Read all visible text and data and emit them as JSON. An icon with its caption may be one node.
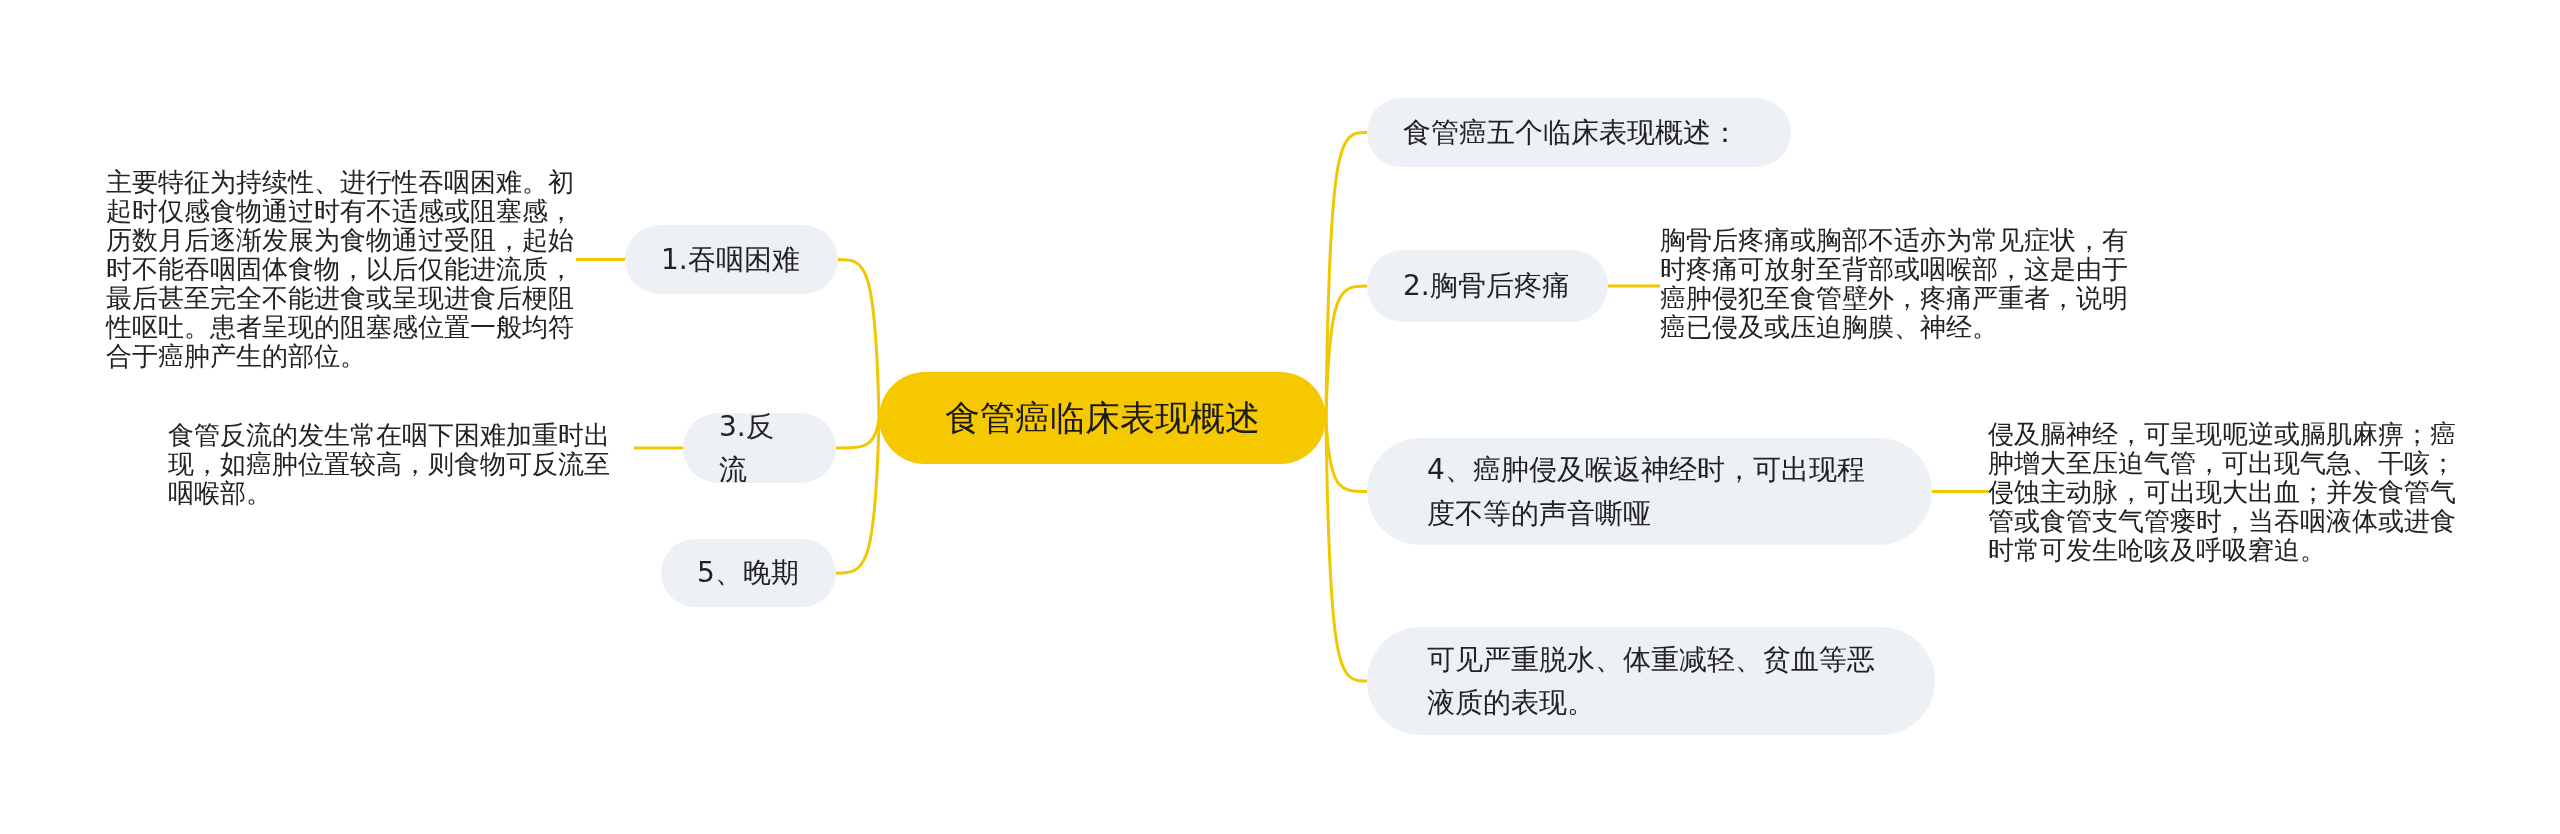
{
  "diagram": {
    "nodes": [
      {
        "text": [
          "食管癌临床表现概述"
        ]
      },
      {
        "text": [
          "1.吞咽困难"
        ]
      },
      {
        "text": [
          "主要特征为持续性、进行性吞咽困难。初起时仅感食物通过时有不适感或阻塞感，历数月后逐渐发展为食物通过受阻，起始时不能吞咽固体食物，以后仅能进流质，最后甚至完全不能进食或呈现进食后梗阻性呕吐。患者呈现的阻塞感位置一般均符合于癌肿产生的部位。"
        ]
      },
      {
        "text": [
          "食管癌五个临床表现概述："
        ]
      },
      {
        "text": [
          "2.胸骨后疼痛"
        ]
      },
      {
        "text": [
          "胸骨后疼痛或胸部不适亦为常见症状，有时疼痛可放射至背部或咽喉部，这是由于癌肿侵犯至食管壁外，疼痛严重者，说明癌已侵及或压迫胸膜、神经。"
        ]
      },
      {
        "text": [
          "3.反流"
        ]
      },
      {
        "text": [
          "食管反流的发生常在咽下困难加重时出现，如癌肿位置较高，则食物可反流至咽喉部。"
        ]
      },
      {
        "text": [
          "4、癌肿侵及喉返神经时，可出现程度不等的声音嘶哑"
        ]
      },
      {
        "text": [
          "侵及膈神经，可呈现呃逆或膈肌麻痹；癌肿增大至压迫气管，可出现气急、干咳；侵蚀主动脉，可出现大出血；并发食管气管或食管支气管瘘时，当吞咽液体或进食时常可发生呛咳及呼吸窘迫。"
        ]
      },
      {
        "text": [
          "5、晚期"
        ]
      },
      {
        "text": [
          "可见严重脱水、体重减轻、贫血等恶液质的表现。"
        ]
      }
    ],
    "edges": [
      {
        "from": 0,
        "to": 1,
        "arrow": "none"
      },
      {
        "from": 1,
        "to": 2,
        "arrow": "none"
      },
      {
        "from": 0,
        "to": 3,
        "arrow": "none"
      },
      {
        "from": 0,
        "to": 4,
        "arrow": "none"
      },
      {
        "from": 4,
        "to": 5,
        "arrow": "none"
      },
      {
        "from": 0,
        "to": 6,
        "arrow": "none"
      },
      {
        "from": 6,
        "to": 7,
        "arrow": "none"
      },
      {
        "from": 0,
        "to": 8,
        "arrow": "none"
      },
      {
        "from": 8,
        "to": 9,
        "arrow": "none"
      },
      {
        "from": 0,
        "to": 10,
        "arrow": "none"
      },
      {
        "from": 0,
        "to": 11,
        "arrow": "none"
      }
    ]
  }
}
